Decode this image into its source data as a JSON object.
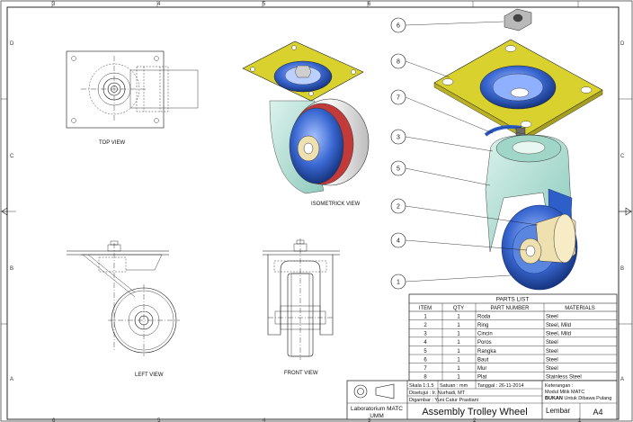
{
  "sheet": {
    "top_zones": [
      "3",
      "4",
      "5",
      "6"
    ],
    "side_zones": [
      "D",
      "C",
      "B",
      "A"
    ],
    "bottom_zones": [
      "6",
      "5",
      "4",
      "3",
      "2",
      "1"
    ]
  },
  "views": {
    "top": "TOP VIEW",
    "isometric": "ISOMETRICK VIEW",
    "left": "LEFT VIEW",
    "front": "FRONT VIEW"
  },
  "balloons": [
    "6",
    "8",
    "7",
    "3",
    "5",
    "2",
    "4",
    "1"
  ],
  "parts_list": {
    "title": "PARTS LIST",
    "headers": [
      "ITEM",
      "QTY",
      "PART NUMBER",
      "MATERIALS"
    ],
    "rows": [
      [
        "1",
        "1",
        "Roda",
        "Steel"
      ],
      [
        "2",
        "1",
        "Ring",
        "Steel, Mild"
      ],
      [
        "3",
        "1",
        "Cincin",
        "Steel, Mild"
      ],
      [
        "4",
        "1",
        "Poros",
        "Steel"
      ],
      [
        "5",
        "1",
        "Rangka",
        "Steel"
      ],
      [
        "6",
        "1",
        "Baut",
        "Steel"
      ],
      [
        "7",
        "1",
        "Mur",
        "Steel"
      ],
      [
        "8",
        "1",
        "Plat",
        "Stainless Steel"
      ]
    ]
  },
  "title_block": {
    "skala": "Skala 1:1.5",
    "satuan": "Satuan : mm",
    "tanggal": "Tanggal : 26-11-2014",
    "disetujui": "Disetujui  :  Ir. Nurhadi, MT",
    "digambar": "Digambar  :  Yuni Catur Prastiani",
    "keterangan": "Keterangan :",
    "modul": "Modul Milik MATC",
    "bukan": "BUKAN",
    "bukan_rest": " Untuk Dibawa Pulang",
    "lab_line1": "Laboratorium MATC",
    "lab_line2": "UMM",
    "title": "Assembly Trolley Wheel",
    "lembar": "Lembar",
    "size": "A4"
  },
  "colors": {
    "plate": "#d9d12e",
    "blue": "#2e5fc9",
    "frame": "#a8dccf",
    "wheel_face": "#e8e8e8",
    "wheel_rim": "#c23a3a",
    "bushing": "#efe0b0"
  }
}
